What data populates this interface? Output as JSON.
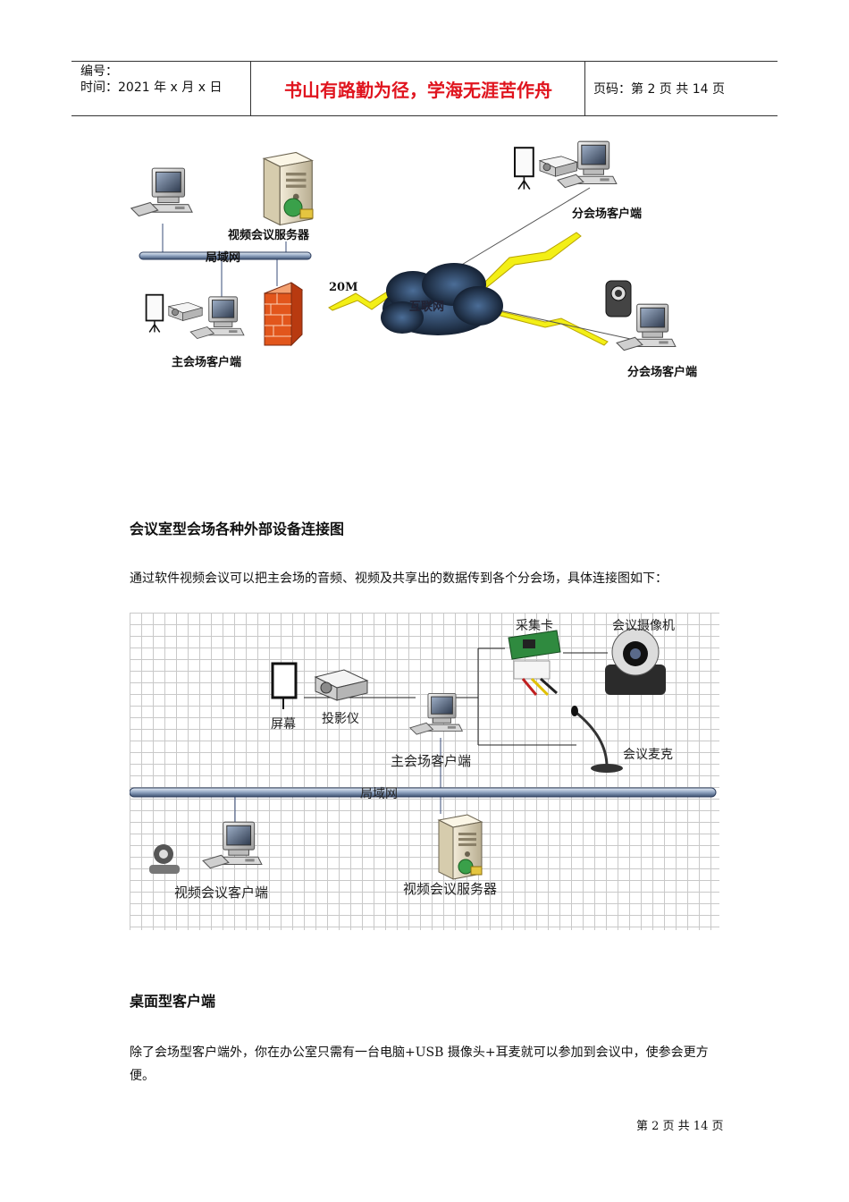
{
  "header": {
    "number_label": "编号：",
    "time_label": "时间：2021 年 x 月 x 日",
    "motto": "书山有路勤为径，学海无涯苦作舟",
    "page_code": "页码：第 2 页 共 14 页"
  },
  "diagram1": {
    "server": "视频会议服务器",
    "lan": "局域网",
    "bandwidth": "20M",
    "internet": "互联网",
    "branch_a": "分会场客户端",
    "branch_b": "分会场客户端",
    "main_site": "主会场客户端"
  },
  "section1": {
    "heading": "会议室型会场各种外部设备连接图",
    "text": "通过软件视频会议可以把主会场的音频、视频及共享出的数据传到各个分会场，具体连接图如下："
  },
  "diagram2": {
    "capture_card": "采集卡",
    "camera": "会议摄像机",
    "screen": "屏幕",
    "projector": "投影仪",
    "main_client": "主会场客户端",
    "mic": "会议麦克",
    "lan": "局域网",
    "client": "视频会议客户端",
    "server": "视频会议服务器"
  },
  "section2": {
    "heading": "桌面型客户端",
    "text": "除了会场型客户端外，你在办公室只需有一台电脑+USB 摄像头+耳麦就可以参加到会议中，使参会更方便。"
  },
  "footer": {
    "page": "第 2 页 共 14 页"
  }
}
